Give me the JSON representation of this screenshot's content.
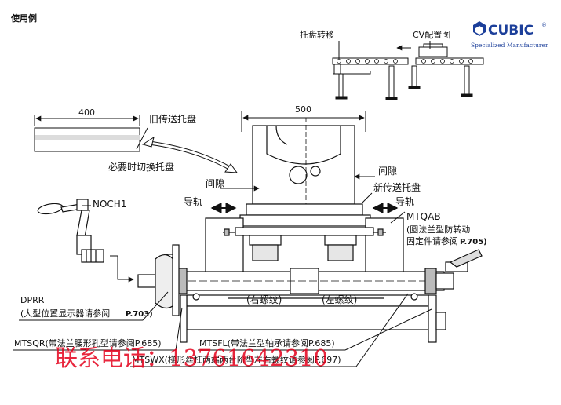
{
  "heading": "使用例",
  "logo": {
    "name": "CUBIC",
    "reg": "®",
    "tagline": "Specialized Manufacturer",
    "color": "#1c3f9a"
  },
  "cv_label": "CV配置图",
  "transfer_label": "托盘转移",
  "dim_400": "400",
  "dim_500": "500",
  "old_pallet": "旧传送托盘",
  "new_pallet": "新传送托盘",
  "switch_note": "必要时切换托盘",
  "gap_left": "间隙",
  "gap_right": "间隙",
  "rail_left": "导轨",
  "rail_right": "导轨",
  "noch": "NOCH1",
  "mtqab": {
    "code": "MTQAB",
    "line1": "(圆法兰型防转动",
    "line2": "固定件请参阅",
    "page": "P.705)"
  },
  "dprr": {
    "code": "DPRR",
    "line1": "(大型位置显示器请参阅",
    "page": "P.703)"
  },
  "thread_right": "(右螺纹)",
  "thread_left": "(左螺纹)",
  "mtsqr": "MTSQR(带法兰腰形孔型请参阅P.685)",
  "mtsfl": "MTSFL(带法兰型轴承请参阅P.685)",
  "mtswx": "MTSWX(梯形丝杠两端两台阶型左右螺纹请参阅P.697)",
  "watermark": "联系电话：13761642310",
  "colors": {
    "watermark": "#e4001b",
    "line": "#111111"
  }
}
